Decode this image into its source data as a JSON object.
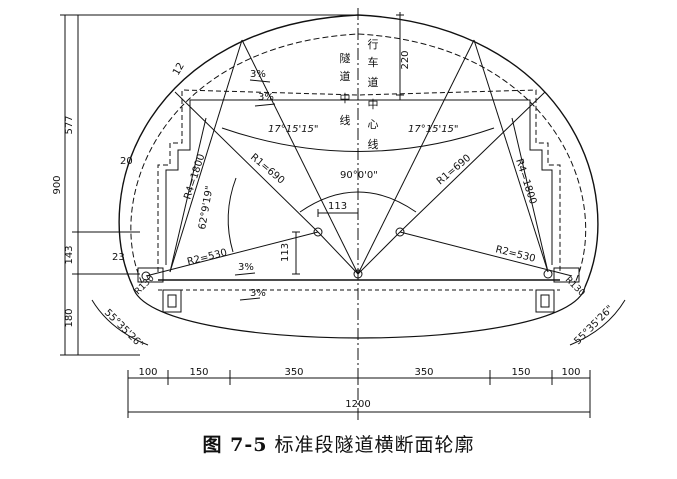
{
  "labels": {
    "vtop_220": "220",
    "left_577": "577",
    "left_900": "900",
    "left_143": "143",
    "left_180": "180",
    "slope_top1": "3%",
    "slope_top2": "3%",
    "slope_road": "3%",
    "slope_bottom": "3%",
    "angle_left_top": "17°15'15\"",
    "angle_right_top": "17°15'15\"",
    "angle_center": "90°0'0\"",
    "angle_left_mid": "62°9'19\"",
    "r1_left": "R1=690",
    "r1_right": "R1=690",
    "r4_left": "R4=1800",
    "r4_right": "R4=1800",
    "r2_left": "R2=530",
    "r2_right": "R2=530",
    "dim_113_h": "113",
    "dim_113_v": "113",
    "dim_12": "12",
    "dim_20": "20",
    "dim_23": "23",
    "dim_r130_left": "R130",
    "dim_r130_right": "R130",
    "angle_left_bottom": "55°35'26\"",
    "angle_right_bottom": "55°35'26\"",
    "bottom_dims": [
      "100",
      "150",
      "350",
      "350",
      "150",
      "100"
    ],
    "total_width": "1200",
    "tunnel_centerline_chars": [
      "隧",
      "道",
      "中",
      "线"
    ],
    "lane_centerline_chars": [
      "行",
      "车",
      "道",
      "中",
      "心",
      "线"
    ]
  },
  "caption": {
    "prefix": "图 7-5",
    "title": "标准段隧道横断面轮廓"
  }
}
